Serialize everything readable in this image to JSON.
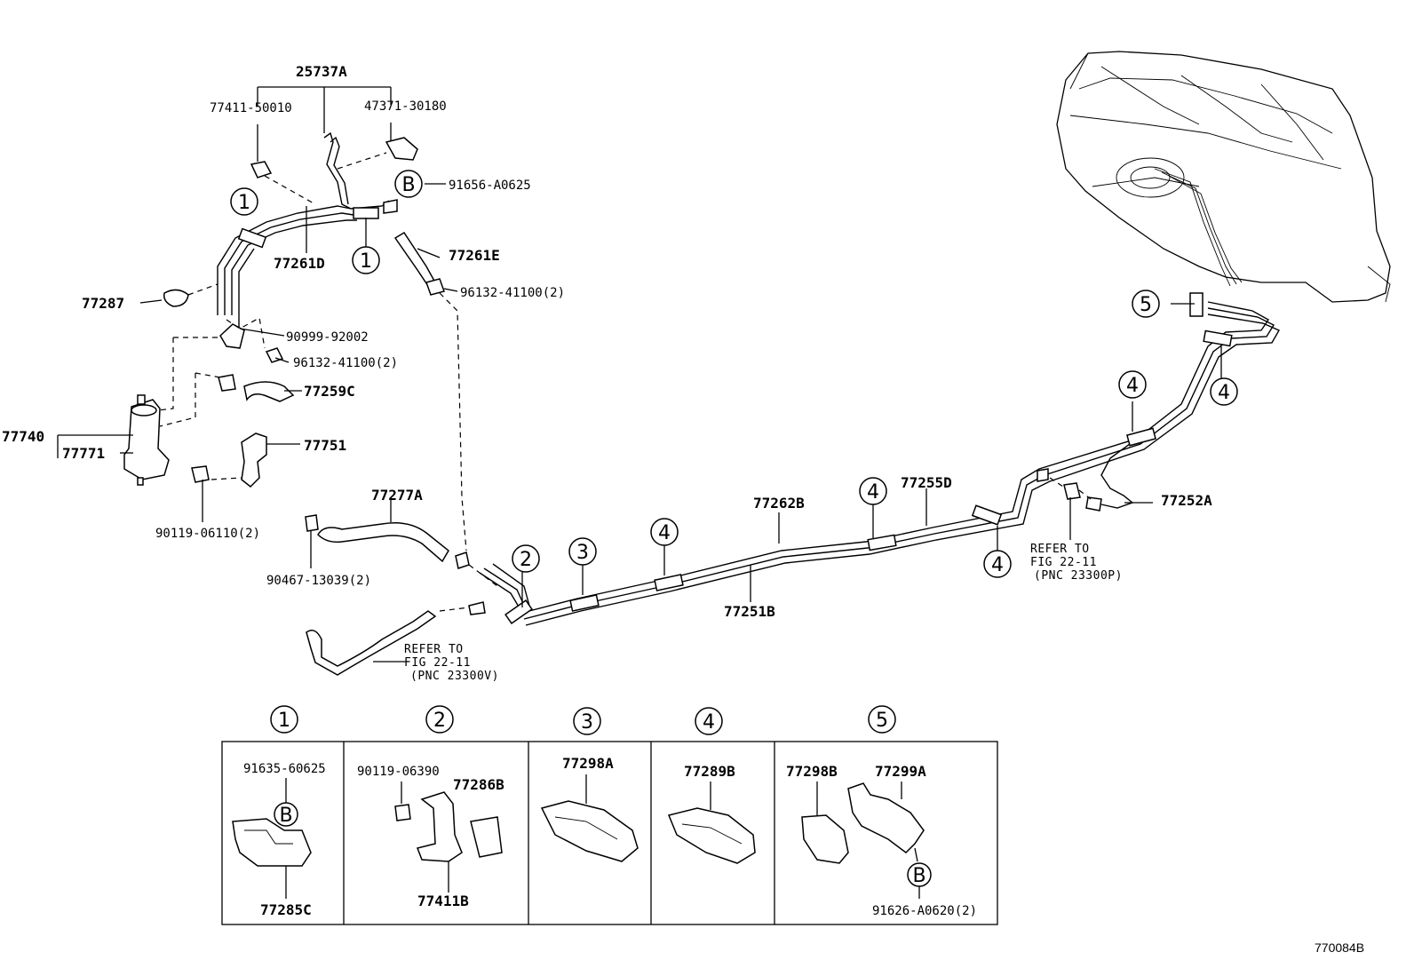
{
  "figure_code": "770084B",
  "parts": {
    "p25737A": "25737A",
    "p77411_50010": "77411-50010",
    "p47371_30180": "47371-30180",
    "p91656": "91656-A0625",
    "p77261D": "77261D",
    "p77261E": "77261E",
    "p96132_top": "96132-41100(2)",
    "p77287": "77287",
    "p90999": "90999-92002",
    "p96132_mid": "96132-41100(2)",
    "p77259C": "77259C",
    "p77740": "77740",
    "p77771": "77771",
    "p77751": "77751",
    "p90119_06110": "90119-06110(2)",
    "p77277A": "77277A",
    "p90467": "90467-13039(2)",
    "p77262B": "77262B",
    "p77255D": "77255D",
    "p77251B": "77251B",
    "p77252A": "77252A",
    "p91635": "91635-60625",
    "p77285C": "77285C",
    "p90119_06390": "90119-06390",
    "p77286B": "77286B",
    "p77411B": "77411B",
    "p77298A": "77298A",
    "p77289B": "77289B",
    "p77298B": "77298B",
    "p77299A": "77299A",
    "p91626": "91626-A0620(2)"
  },
  "refs": {
    "left": [
      "REFER TO",
      "FIG 22-11",
      "(PNC 23300V)"
    ],
    "right": [
      "REFER TO",
      "FIG 22-11",
      "(PNC 23300P)"
    ]
  },
  "callouts": {
    "c1": "1",
    "c2": "2",
    "c3": "3",
    "c4": "4",
    "c5": "5",
    "b": "B"
  },
  "detail_boxes": {
    "titles": [
      "1",
      "2",
      "3",
      "4",
      "5"
    ]
  }
}
